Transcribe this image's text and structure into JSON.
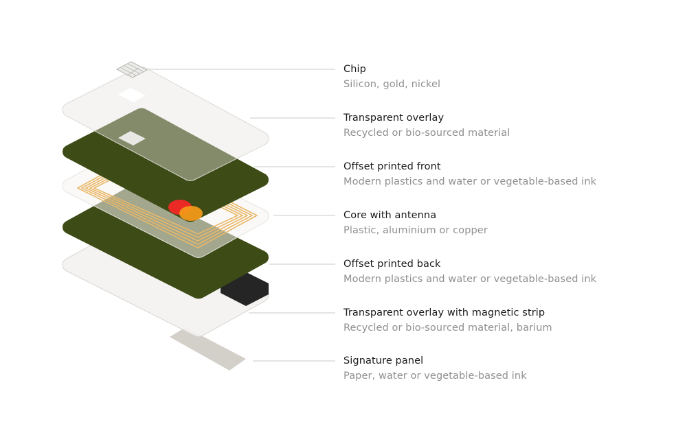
{
  "colors": {
    "overlay": "#e2e1dd",
    "print": "#3d4b16",
    "core": "#f3f2f0",
    "antenna": "#e9b86a",
    "mastercard_red": "#eb2a26",
    "mastercard_orange": "#f59a1a",
    "magstrip": "#252525",
    "signature": "#d3d0ca",
    "leader": "#c8c8c8",
    "title_text": "#1a1a1a",
    "sub_text": "#8f8f8f"
  },
  "layers": [
    {
      "title": "Chip",
      "material": "Silicon, gold, nickel",
      "icon": "chip-icon"
    },
    {
      "title": "Transparent overlay",
      "material": "Recycled or bio-sourced material"
    },
    {
      "title": "Offset printed front",
      "material": "Modern plastics and water or vegetable-based ink",
      "icon": "mastercard-logo-icon"
    },
    {
      "title": "Core with antenna",
      "material": "Plastic, aluminium or copper",
      "icon": "antenna-coil-icon"
    },
    {
      "title": "Offset printed back",
      "material": "Modern plastics and water or vegetable-based ink"
    },
    {
      "title": "Transparent overlay with magnetic strip",
      "material": "Recycled or bio-sourced material, barium",
      "icon": "magnetic-strip-icon"
    },
    {
      "title": "Signature panel",
      "material": "Paper, water or vegetable-based ink"
    }
  ]
}
